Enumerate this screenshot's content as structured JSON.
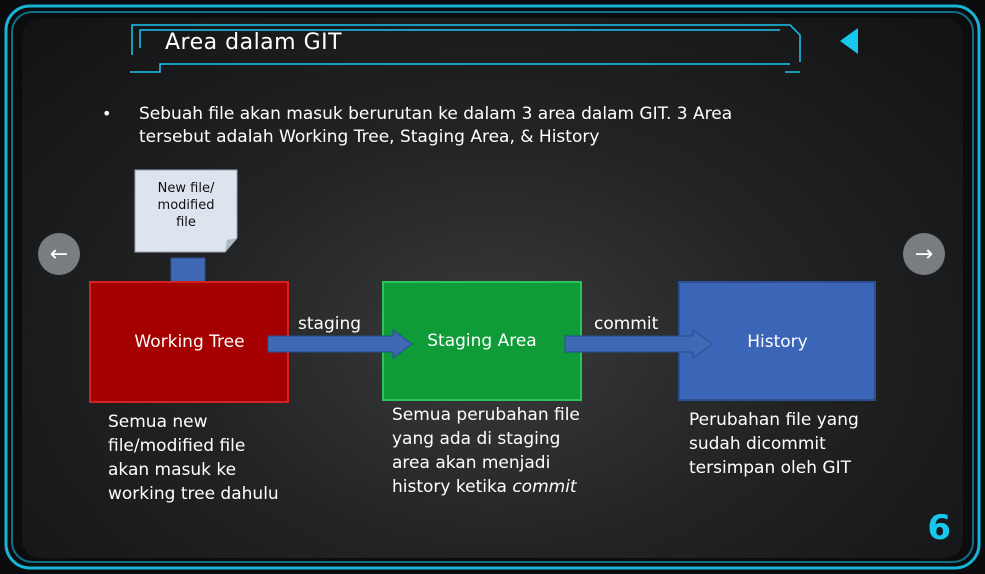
{
  "slide": {
    "title": "Area dalam GIT",
    "bullet_lines": [
      "Sebuah file akan masuk berurutan ke dalam 3 area dalam GIT. 3 Area",
      "tersebut adalah Working Tree, Staging Area, & History"
    ],
    "page_number": "6"
  },
  "diagram": {
    "input_note": {
      "lines": [
        "New file/",
        "modified",
        "file"
      ]
    },
    "nodes": [
      {
        "id": "working-tree",
        "label": "Working Tree",
        "color": "#a50000"
      },
      {
        "id": "staging-area",
        "label": "Staging Area",
        "color": "#0f9b38"
      },
      {
        "id": "history",
        "label": "History",
        "color": "#3b66b8"
      }
    ],
    "edges": [
      {
        "from": "working-tree",
        "to": "staging-area",
        "label": "staging"
      },
      {
        "from": "staging-area",
        "to": "history",
        "label": "commit"
      }
    ],
    "descriptions": {
      "working_tree": [
        "Semua new",
        "file/modified file",
        "akan masuk ke",
        "working tree dahulu"
      ],
      "staging_area": [
        "Semua perubahan file",
        "yang ada di staging",
        "area akan menjadi"
      ],
      "staging_area_last_prefix": "history ketika ",
      "staging_area_last_emph": "commit",
      "history": [
        "Perubahan file yang",
        "sudah dicommit",
        "tersimpan oleh GIT"
      ]
    }
  },
  "navigation": {
    "prev_icon": "arrow-left-icon",
    "next_icon": "arrow-right-icon",
    "back_icon": "triangle-left-icon",
    "accent": "#18c7ee"
  }
}
